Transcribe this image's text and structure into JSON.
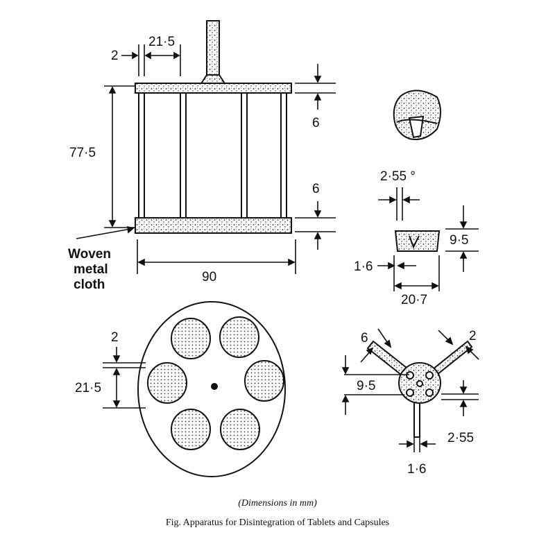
{
  "basket_side_view": {
    "dim_rod": "2",
    "dim_spacing": "21·5",
    "dim_height": "77·5",
    "dim_top_plate": "6",
    "dim_bottom_plate": "6",
    "dim_width": "90",
    "label_mesh": [
      "Woven",
      "metal",
      "cloth"
    ]
  },
  "disc_views": {
    "dim_top": "2·55 °",
    "dim_height": "9·5",
    "dim_left": "1·6",
    "dim_width": "20·7"
  },
  "plate_plan_view": {
    "dim_gap": "2",
    "dim_diameter": "21·5"
  },
  "disc_plan_view": {
    "dim_groove_left": "6",
    "dim_groove_right": "2",
    "dim_height": "9·5",
    "dim_right": "2·55",
    "dim_bottom": "1·6"
  },
  "caption": {
    "note": "(Dimensions in mm)",
    "title": "Fig. Apparatus for Disintegration of Tablets and Capsules"
  }
}
